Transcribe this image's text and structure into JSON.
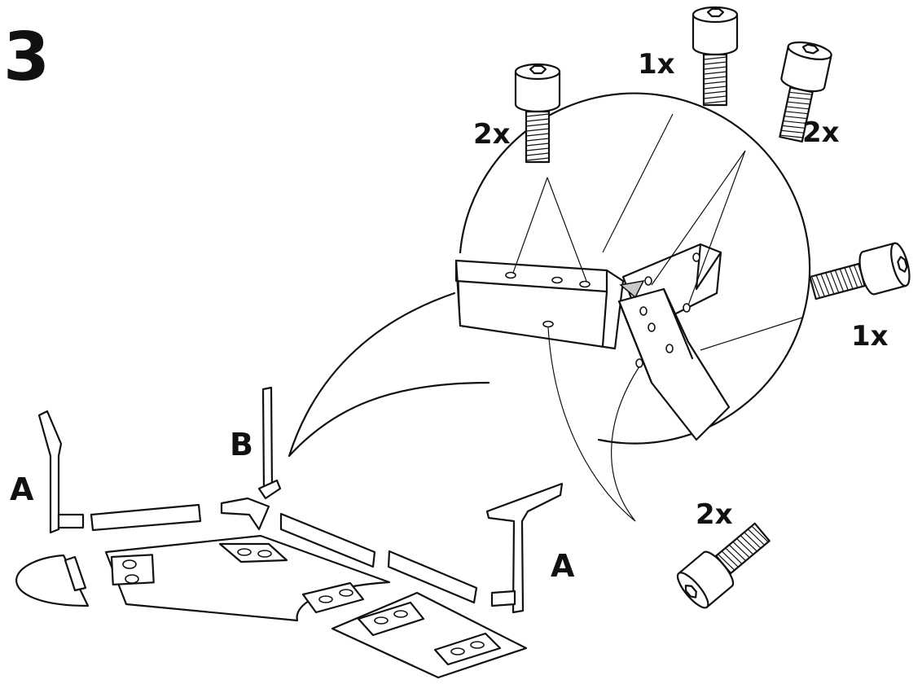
{
  "step": {
    "number": "3"
  },
  "quantities": {
    "top_left": "2x",
    "top_center": "1x",
    "top_right": "2x",
    "right": "1x",
    "bottom_right": "2x"
  },
  "part_labels": {
    "a_left": "A",
    "b": "B",
    "a_right": "A"
  },
  "colors": {
    "ink": "#111111",
    "paper": "#ffffff"
  },
  "icons": [
    "hex-socket-bolt-icon"
  ]
}
